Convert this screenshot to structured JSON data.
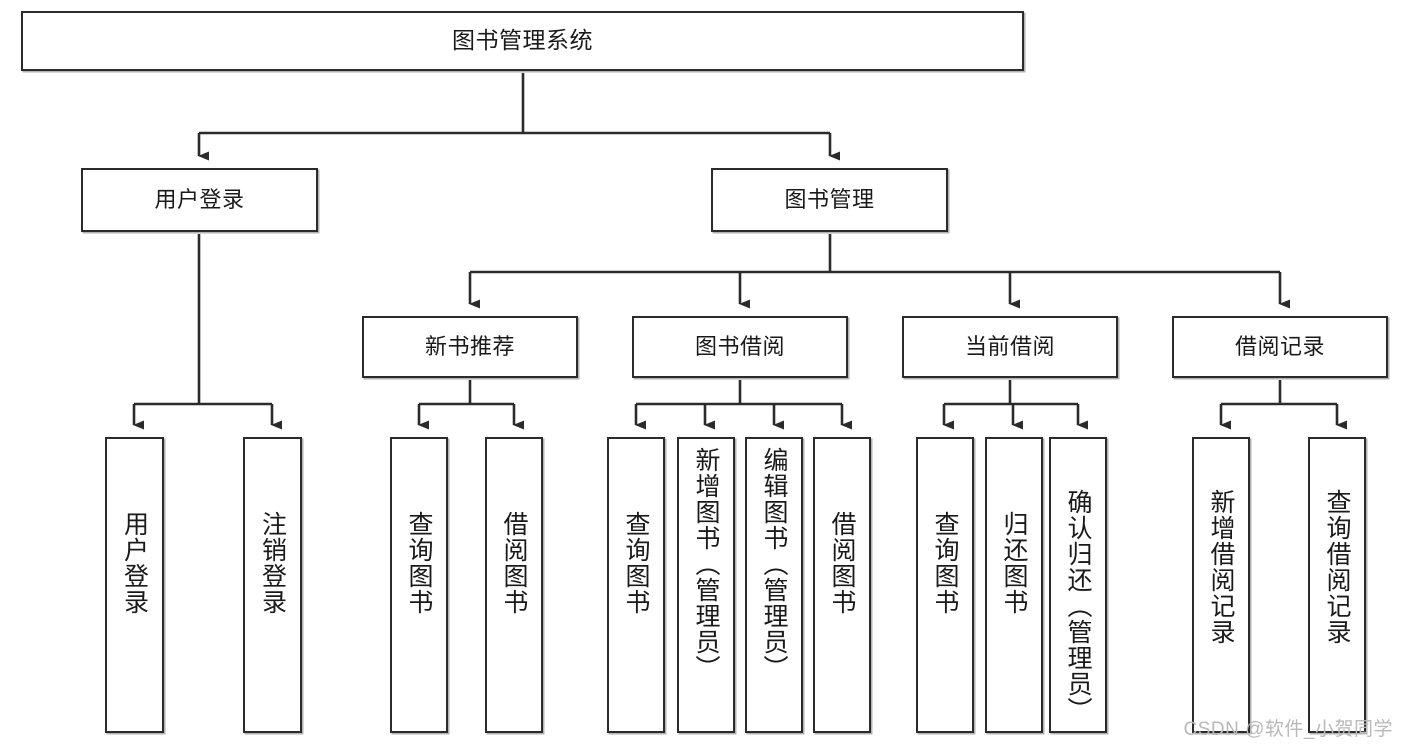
{
  "diagram": {
    "title": "图书管理系统",
    "watermark": "CSDN @软件_小贺同学",
    "colors": {
      "stroke": "#2b2b2b",
      "fill": "#ffffff",
      "text": "#1a1a1a",
      "watermark": "#b9b9b9"
    },
    "nodes": {
      "root": {
        "label": "图书管理系统"
      },
      "level1": [
        {
          "id": "user-login",
          "label": "用户登录"
        },
        {
          "id": "book-management",
          "label": "图书管理"
        }
      ],
      "level2": [
        {
          "id": "new-book-recommend",
          "label": "新书推荐"
        },
        {
          "id": "book-borrow",
          "label": "图书借阅"
        },
        {
          "id": "current-borrow",
          "label": "当前借阅"
        },
        {
          "id": "borrow-record",
          "label": "借阅记录"
        }
      ],
      "leaves": {
        "user-login": [
          {
            "id": "leaf-user-login",
            "label": "用户登录"
          },
          {
            "id": "leaf-logout",
            "label": "注销登录"
          }
        ],
        "new-book-recommend": [
          {
            "id": "leaf-query-book-1",
            "label": "查询图书"
          },
          {
            "id": "leaf-borrow-book-1",
            "label": "借阅图书"
          }
        ],
        "book-borrow": [
          {
            "id": "leaf-query-book-2",
            "label": "查询图书"
          },
          {
            "id": "leaf-add-book",
            "label": "新增图书（管理员）"
          },
          {
            "id": "leaf-edit-book",
            "label": "编辑图书（管理员）"
          },
          {
            "id": "leaf-borrow-book-2",
            "label": "借阅图书"
          }
        ],
        "current-borrow": [
          {
            "id": "leaf-query-book-3",
            "label": "查询图书"
          },
          {
            "id": "leaf-return-book",
            "label": "归还图书"
          },
          {
            "id": "leaf-confirm-return",
            "label": "确认归还（管理员）"
          }
        ],
        "borrow-record": [
          {
            "id": "leaf-add-record",
            "label": "新增借阅记录"
          },
          {
            "id": "leaf-query-record",
            "label": "查询借阅记录"
          }
        ]
      }
    }
  }
}
